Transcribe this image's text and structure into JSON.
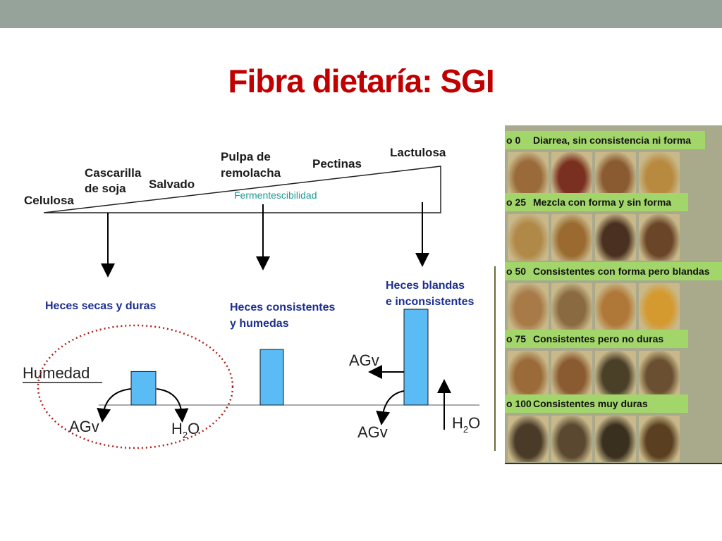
{
  "slide": {
    "title": "Fibra dietaría: SGI"
  },
  "wedge": {
    "fibers": [
      "Celulosa",
      "Cascarilla",
      "de soja",
      "Salvado",
      "Pulpa de",
      "remolacha",
      "Pectinas",
      "Lactulosa"
    ],
    "axis_label": "Fermentescibilidad"
  },
  "outcomes": {
    "left": [
      "Heces secas y duras"
    ],
    "middle": [
      "Heces consistentes",
      "y humedas"
    ],
    "right": [
      "Heces blandas",
      "e inconsistentes"
    ]
  },
  "bars": {
    "relative_heights": [
      0.35,
      0.58,
      1.0
    ]
  },
  "annotations": {
    "humedad": "Humedad",
    "agv": "AGv",
    "h2o_main": "H",
    "h2o_sub": "2",
    "h2o_end": "O"
  },
  "scale": {
    "rows": [
      {
        "num": "o 0",
        "label": "Diarrea, sin consistencia ni forma",
        "colors": [
          "#9a6a3a",
          "#7a3020",
          "#8a5a30",
          "#b88a40"
        ]
      },
      {
        "num": "o 25",
        "label": "Mezcla con forma y sin forma",
        "colors": [
          "#b08848",
          "#9a6a30",
          "#4a3020",
          "#6a4528"
        ]
      },
      {
        "num": "o 50",
        "label": "Consistentes con forma pero blandas",
        "colors": [
          "#a87a48",
          "#8a6a40",
          "#b07838",
          "#d49a30"
        ]
      },
      {
        "num": "o 75",
        "label": "Consistentes pero no duras",
        "colors": [
          "#9a6a38",
          "#8a5a30",
          "#4a4028",
          "#6a5030"
        ]
      },
      {
        "num": "o 100",
        "label": "Consistentes muy duras",
        "colors": [
          "#4a3a28",
          "#5a4830",
          "#3a3020",
          "#5a4020"
        ]
      }
    ],
    "accent": "#a2d66b"
  }
}
